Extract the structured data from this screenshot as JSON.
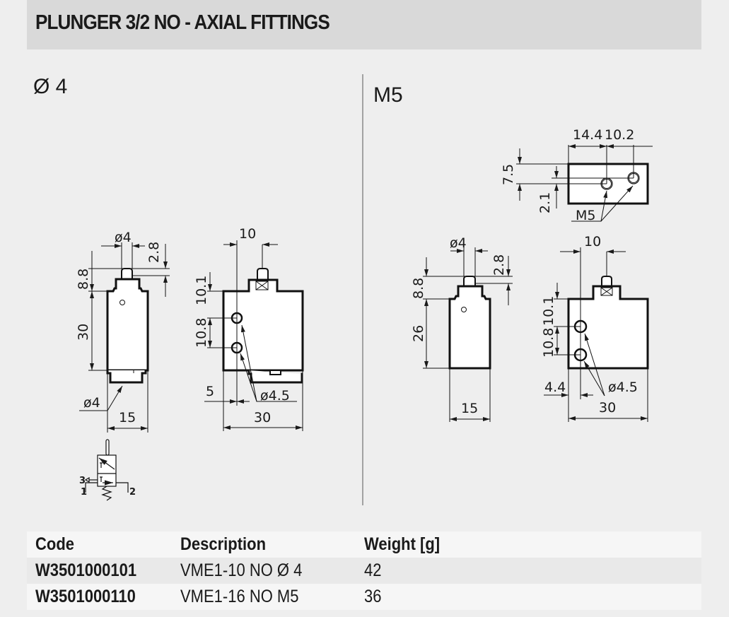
{
  "title": "PLUNGER 3/2 NO - AXIAL FITTINGS",
  "sections": {
    "left": "Ø 4",
    "right": "M5"
  },
  "left_dims": {
    "d4_top": "ø4",
    "h28": "2.8",
    "h88": "8.8",
    "h30": "30",
    "d4_bot": "ø4",
    "w15": "15",
    "w10": "10",
    "h101": "10.1",
    "h108": "10.8",
    "w5": "5",
    "d45": "ø4.5",
    "w30": "30"
  },
  "right_dims": {
    "w144": "14.4",
    "w102": "10.2",
    "h75": "7.5",
    "h21": "2.1",
    "m5": "M5",
    "d4_top": "ø4",
    "h28": "2.8",
    "h88": "8.8",
    "h26": "26",
    "w15": "15",
    "w10": "10",
    "h108": "10.8",
    "h101": "10.1",
    "w44": "4.4",
    "d45": "ø4.5",
    "w30": "30"
  },
  "symbol": {
    "port3": "3",
    "port1": "1",
    "port2": "2"
  },
  "table": {
    "headers": [
      "Code",
      "Description",
      "Weight [g]"
    ],
    "rows": [
      [
        "W3501000101",
        "VME1-10 NO Ø 4",
        "42"
      ],
      [
        "W3501000110",
        "VME1-16 NO M5",
        "36"
      ]
    ]
  }
}
